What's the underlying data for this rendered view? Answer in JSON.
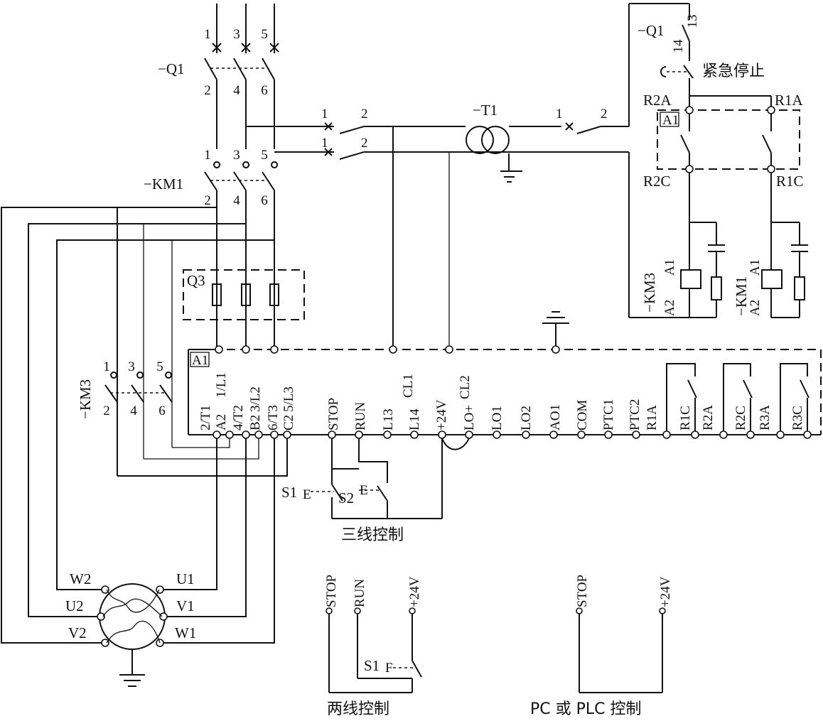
{
  "labels": {
    "q1": "−Q1",
    "km1": "−KM1",
    "km3": "−KM3",
    "q3": "Q3",
    "t1": "−T1",
    "a1": "A1",
    "q1_aux": "−Q1",
    "aux_13": "13",
    "aux_14": "14",
    "emergency_stop": "紧急停止",
    "r2a": "R2A",
    "r1a": "R1A",
    "r2c": "R2C",
    "r1c": "R1C",
    "coil_a1": "A1",
    "coil_a2": "A2",
    "sw_1": "1",
    "sw_2": "2",
    "s1e": "S1",
    "s2e": "S2",
    "s1f": "S1",
    "sub_e": "E",
    "sub_f": "F",
    "three_wire": "三线控制",
    "two_wire": "两线控制",
    "pc_plc": "PC 或 PLC 控制",
    "stop": "STOP",
    "run": "RUN",
    "plus24": "+24V"
  },
  "pole_numbers": {
    "top": [
      "1",
      "3",
      "5"
    ],
    "bottom": [
      "2",
      "4",
      "6"
    ]
  },
  "motor_terminals": [
    "W2",
    "U1",
    "U2",
    "V1",
    "V2",
    "W1"
  ],
  "coils": [
    "−KM3",
    "−KM1"
  ],
  "starter_terminals_power": [
    "2/T1",
    "A2",
    "1/L1",
    "4/T2",
    "B2",
    "3/L2",
    "6/T3",
    "C2",
    "5/L3"
  ],
  "starter_terminals_control": [
    "STOP",
    "RUN",
    "L13",
    "L14",
    "CL1",
    "+24V",
    "LO+",
    "CL2",
    "LO1",
    "LO2",
    "AO1",
    "COM",
    "PTC1",
    "PTC2",
    "R1A",
    "R1C",
    "R2A",
    "R2C",
    "R3A",
    "R3C"
  ],
  "colors": {
    "line": "#111111",
    "background": "#ffffff"
  }
}
